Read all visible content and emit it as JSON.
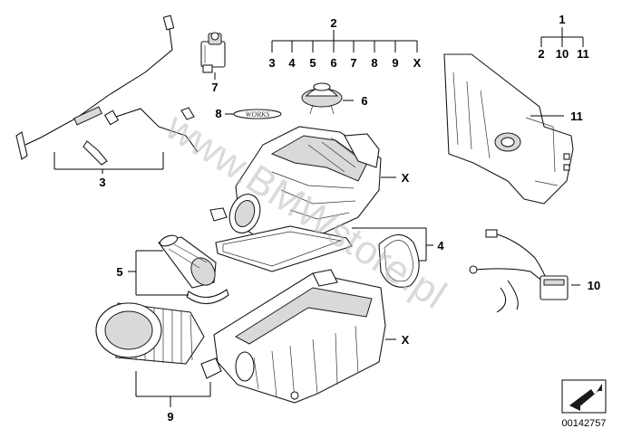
{
  "labels": {
    "group_2": "2",
    "group_1": "1",
    "sub2_3": "3",
    "sub2_4": "4",
    "sub2_5": "5",
    "sub2_6": "6",
    "sub2_7": "7",
    "sub2_8": "8",
    "sub2_9": "9",
    "sub2_x": "X",
    "sub1_2": "2",
    "sub1_10": "10",
    "sub1_11": "11",
    "part_7": "7",
    "part_6": "6",
    "part_8": "8",
    "part_11": "11",
    "part_3": "3",
    "part_x_upper": "X",
    "part_4": "4",
    "part_5": "5",
    "part_10": "10",
    "part_x_lower": "X",
    "part_9": "9"
  },
  "badge_text": "WORKS",
  "watermark": "www.BMWstore.pl",
  "diagram_code": "00142757",
  "colors": {
    "ink": "#000000",
    "watermark": "#bdbdbd"
  }
}
